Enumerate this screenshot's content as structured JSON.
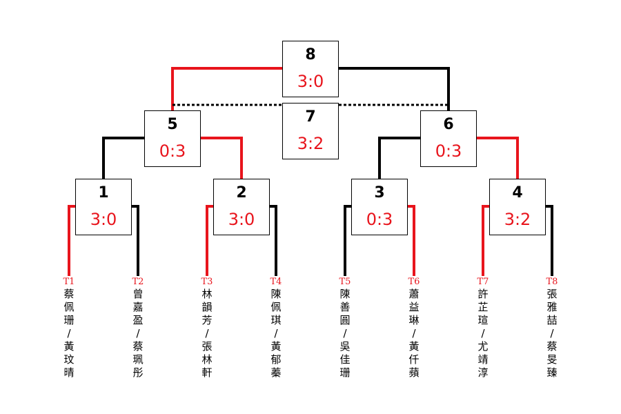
{
  "colors": {
    "winner": "#e8141c",
    "loser": "#000000",
    "text": "#000000"
  },
  "matches": {
    "m8": {
      "number": "8",
      "score": "3:0"
    },
    "m7": {
      "number": "7",
      "score": "3:2"
    },
    "m5": {
      "number": "5",
      "score": "0:3"
    },
    "m6": {
      "number": "6",
      "score": "0:3"
    },
    "m1": {
      "number": "1",
      "score": "3:0"
    },
    "m2": {
      "number": "2",
      "score": "3:0"
    },
    "m3": {
      "number": "3",
      "score": "0:3"
    },
    "m4": {
      "number": "4",
      "score": "3:2"
    }
  },
  "teams": [
    {
      "code": "T1",
      "name": "蔡佩珊/黃玟晴"
    },
    {
      "code": "T2",
      "name": "曾嘉盈/蔡珮彤"
    },
    {
      "code": "T3",
      "name": "林韻芳/張林軒"
    },
    {
      "code": "T4",
      "name": "陳佩琪/黃郁蓁"
    },
    {
      "code": "T5",
      "name": "陳善圓/吳佳珊"
    },
    {
      "code": "T6",
      "name": "蕭益琳/黃仟蘋"
    },
    {
      "code": "T7",
      "name": "許芷瑄/尤靖淳"
    },
    {
      "code": "T8",
      "name": "張雅喆/蔡旻臻"
    }
  ]
}
